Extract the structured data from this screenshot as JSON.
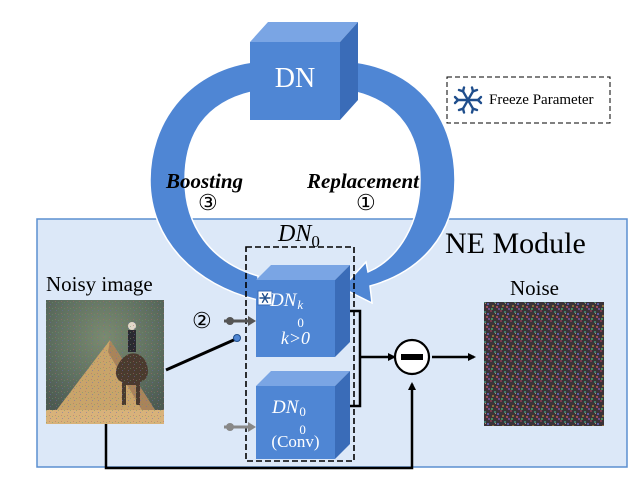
{
  "top_block": {
    "label": "DN"
  },
  "legend": {
    "label": "Freeze Parameter",
    "icon": "snowflake-icon"
  },
  "arrows": {
    "boosting": {
      "label": "Boosting",
      "step": "③"
    },
    "replacement": {
      "label": "Replacement",
      "step": "①"
    }
  },
  "module": {
    "title": "NE Module",
    "group_label": {
      "base": "DN",
      "sub": "0"
    },
    "colors": {
      "background": "#dce8f8",
      "border": "#5b8fd0",
      "cube": "#4f86d4",
      "arrow": "#4f86d4"
    }
  },
  "inputs": {
    "noisy_label": "Noisy image",
    "switch_step": "②"
  },
  "block_k": {
    "base": "DN",
    "sub": "0",
    "sup": "k",
    "cond": "k>0"
  },
  "block_0": {
    "base": "DN",
    "sub": "0",
    "sup": "0",
    "note": "(Conv)"
  },
  "output": {
    "label": "Noise"
  },
  "operator": {
    "symbol": "minus-circle"
  }
}
